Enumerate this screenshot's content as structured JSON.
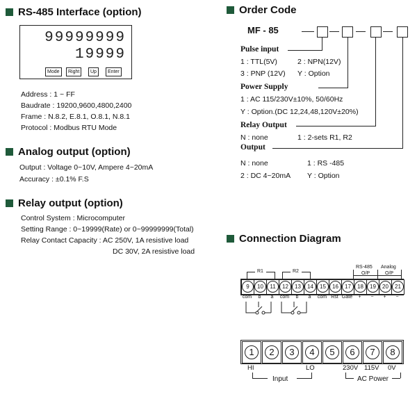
{
  "rs485": {
    "title": "RS-485 Interface (option)",
    "display_top": "99999999",
    "display_bottom": "19999",
    "buttons": [
      "Mode",
      "Right",
      "Up",
      "Enter"
    ],
    "lines": [
      "Address : 1 ~ FF",
      "Baudrate : 19200,9600,4800,2400",
      "Frame : N.8.2, E.8.1, O.8.1, N.8.1",
      "Protocol : Modbus RTU Mode"
    ]
  },
  "analog": {
    "title": "Analog output (option)",
    "lines": [
      "Output : Voltage 0~10V, Ampere 4~20mA",
      "Accuracy : ±0.1% F.S"
    ]
  },
  "relay": {
    "title": "Relay output (option)",
    "lines": [
      "Control System : Microcomputer",
      "Setting Range : 0~19999(Rate)  or  0~99999999(Total)",
      "Relay Contact Capacity : AC 250V, 1A resistive load",
      "DC 30V, 2A resistive load"
    ]
  },
  "order": {
    "title": "Order  Code",
    "model": "MF - 85",
    "pulse_input": {
      "heading": "Pulse input",
      "options": [
        "1 : TTL(5V)",
        "2 : NPN(12V)",
        "3 : PNP (12V)",
        "Y : Option"
      ]
    },
    "power_supply": {
      "heading": "Power  Supply",
      "options": [
        "1 : AC 115/230V±10%, 50/60Hz",
        "Y : Option.(DC 12,24,48,120V±20%)"
      ]
    },
    "relay_output": {
      "heading": "Relay  Output",
      "options": [
        "N : none",
        "1 : 2-sets R1, R2"
      ]
    },
    "output": {
      "heading": "Output",
      "options": [
        "N : none",
        "1 : RS -485",
        "2 : DC 4~20mA",
        "Y : Option"
      ]
    }
  },
  "connection": {
    "title": "Connection  Diagram",
    "groups": [
      "R1",
      "R2",
      "RS-485",
      "O/P",
      "Analog",
      "O/P"
    ],
    "terminals_top": [
      "9",
      "10",
      "11",
      "12",
      "13",
      "14",
      "15",
      "16",
      "17",
      "18",
      "19",
      "20",
      "21"
    ],
    "labels_top": [
      "com",
      "b",
      "a",
      "com",
      "b",
      "a",
      "com",
      "Rst",
      "Gate",
      "+",
      "−",
      "+",
      "−"
    ],
    "terminals_bottom": [
      "1",
      "2",
      "3",
      "4",
      "5",
      "6",
      "7",
      "8"
    ],
    "labels_bottom": [
      "HI",
      "LO",
      "230V",
      "115V",
      "0V"
    ],
    "input_label": "Input",
    "ac_label": "AC Power"
  }
}
